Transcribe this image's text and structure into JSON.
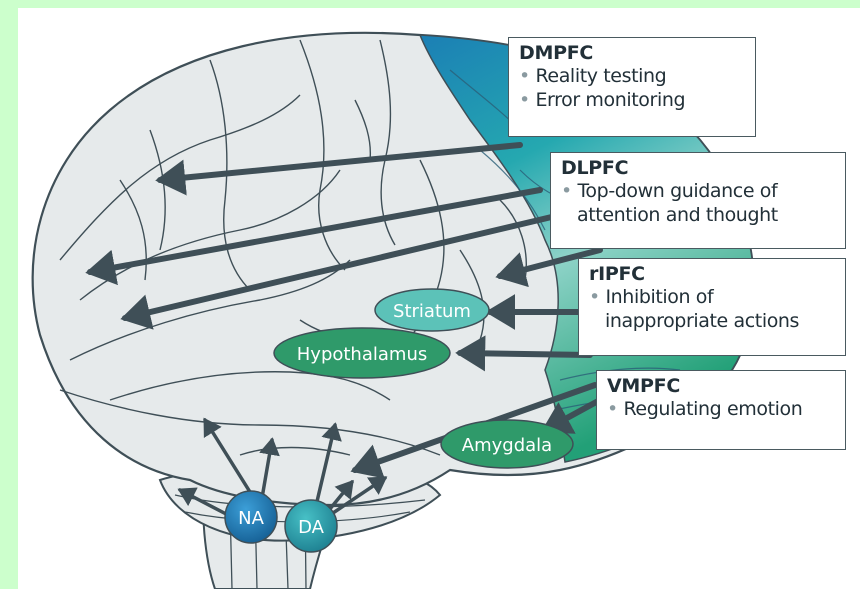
{
  "regions": {
    "dmpfc": {
      "title": "DMPFC",
      "items": [
        "Reality testing",
        "Error monitoring"
      ]
    },
    "dlpfc": {
      "title": "DLPFC",
      "items": [
        "Top-down guidance of",
        "attention and thought"
      ]
    },
    "rlpfc": {
      "title": "rIPFC",
      "items": [
        "Inhibition of",
        "inappropriate actions"
      ]
    },
    "vmpfc": {
      "title": "VMPFC",
      "items": [
        "Regulating emotion"
      ]
    }
  },
  "structures": {
    "striatum": "Striatum",
    "hypothalamus": "Hypothalamus",
    "amygdala": "Amygdala",
    "na": "NA",
    "da": "DA"
  },
  "bullet": "•",
  "colors": {
    "background": "#ccffcc",
    "dmpfc": "#1b7fb5",
    "dlpfc": "#25a8b0",
    "pfc_light": "#8ed3c8",
    "vmpfc": "#22a077",
    "arrow": "#3f4f57",
    "ellipse_teal": "#5cc2b8",
    "ellipse_green": "#2f9a6a",
    "brain_fill": "#e6eaeb",
    "brain_line": "#3f4f57"
  }
}
